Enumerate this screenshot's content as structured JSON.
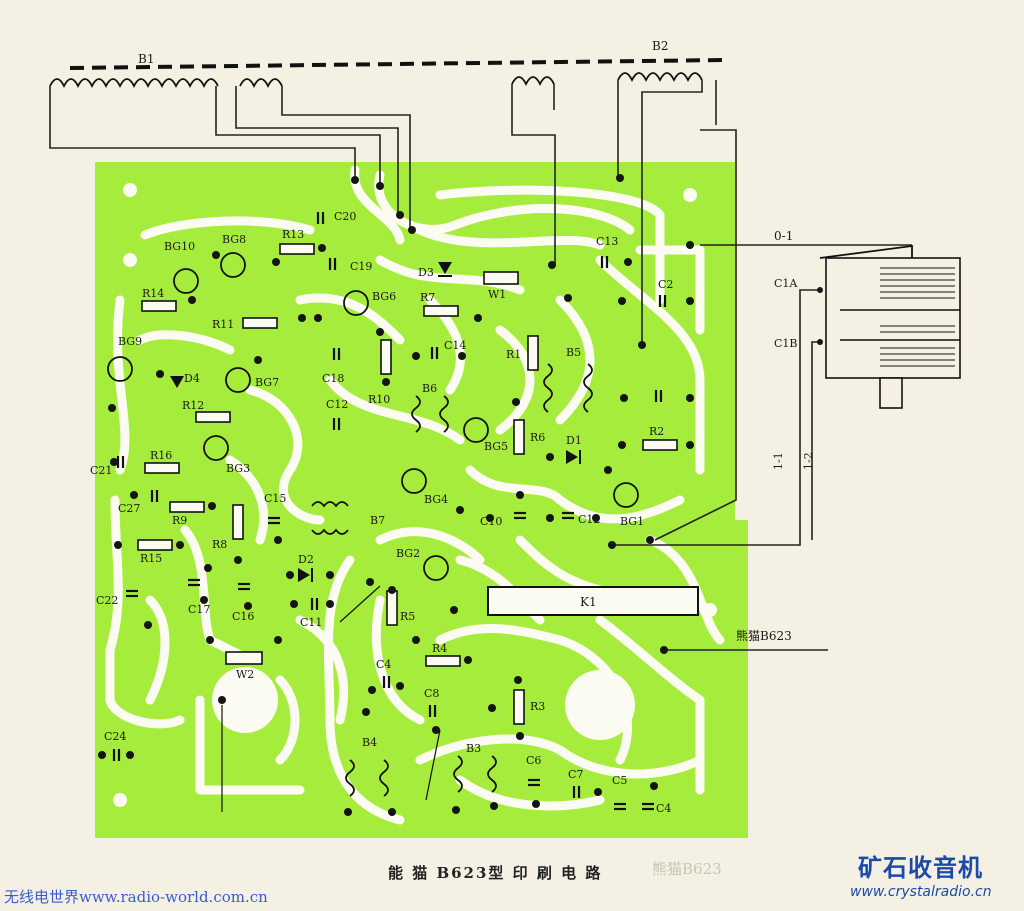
{
  "labels": {
    "b1": "B1",
    "b2": "B2",
    "bg1": "BG1",
    "bg2": "BG2",
    "bg3": "BG3",
    "bg4": "BG4",
    "bg5": "BG5",
    "bg6": "BG6",
    "bg7": "BG7",
    "bg8": "BG8",
    "bg9": "BG9",
    "bg10": "BG10",
    "r1": "R1",
    "r2": "R2",
    "r3": "R3",
    "r4": "R4",
    "r5": "R5",
    "r6": "R6",
    "r7": "R7",
    "r8": "R8",
    "r9": "R9",
    "r10": "R10",
    "r11": "R11",
    "r12": "R12",
    "r13": "R13",
    "r14": "R14",
    "r15": "R15",
    "r16": "R16",
    "c2": "C2",
    "c4a": "C4",
    "c4b": "C4",
    "c5": "C5",
    "c6": "C6",
    "c7": "C7",
    "c8": "C8",
    "c10": "C10",
    "c11": "C11",
    "c12a": "C12",
    "c12b": "C12",
    "c13": "C13",
    "c14": "C14",
    "c15": "C15",
    "c16": "C16",
    "c17": "C17",
    "c18": "C18",
    "c19": "C19",
    "c20": "C20",
    "c21": "C21",
    "c22": "C22",
    "c24": "C24",
    "c27": "C27",
    "d1": "D1",
    "d2": "D2",
    "d3": "D3",
    "d4": "D4",
    "b3": "B3",
    "b4": "B4",
    "b5": "B5",
    "b6": "B6",
    "b7": "B7",
    "w1": "W1",
    "w2": "W2",
    "k1": "K1",
    "c1a": "C1A",
    "c1b": "C1B",
    "wire01": "0-1",
    "wire11": "1-1",
    "wire12": "1-2",
    "model": "熊猫B623"
  },
  "caption": "能 猫 B623型 印 刷 电 路",
  "stamp_faint": "熊猫B623",
  "watermark_left": "无线电世界www.radio-world.com.cn",
  "watermark_right_title": "矿石收音机",
  "watermark_right_url": "www.crystalradio.cn",
  "colors": {
    "board": "#a6ec3c",
    "trace": "#fbfbf2",
    "background": "#f4f1e4",
    "watermark_blue": "#1d4aa8"
  }
}
